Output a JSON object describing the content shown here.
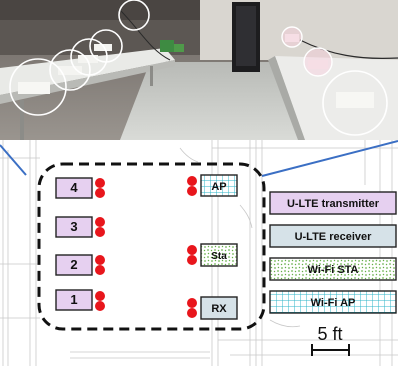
{
  "devices": [
    {
      "id": "4",
      "kind": "u-lte-transmitter"
    },
    {
      "id": "3",
      "kind": "u-lte-transmitter"
    },
    {
      "id": "2",
      "kind": "u-lte-transmitter"
    },
    {
      "id": "1",
      "kind": "u-lte-transmitter"
    },
    {
      "id": "AP",
      "kind": "wifi-ap"
    },
    {
      "id": "Sta",
      "kind": "wifi-sta"
    },
    {
      "id": "RX",
      "kind": "u-lte-receiver"
    }
  ],
  "legend": [
    {
      "label": "U-LTE transmitter",
      "fill": "#e6d0f0",
      "pattern": "none"
    },
    {
      "label": "U-LTE receiver",
      "fill": "#d6e2e8",
      "pattern": "none"
    },
    {
      "label": "Wi-Fi STA",
      "fill": "#ffffff",
      "pattern": "dots-green"
    },
    {
      "label": "Wi-Fi AP",
      "fill": "#ffffff",
      "pattern": "grid-cyan"
    }
  ],
  "scale_bar": {
    "label": "5 ft"
  },
  "colors": {
    "antenna": "#e8161c",
    "boundary": "#111111",
    "callout_line": "#3b6fc4",
    "transmitter_fill": "#e6d0f0",
    "receiver_fill": "#d6e2e8"
  }
}
